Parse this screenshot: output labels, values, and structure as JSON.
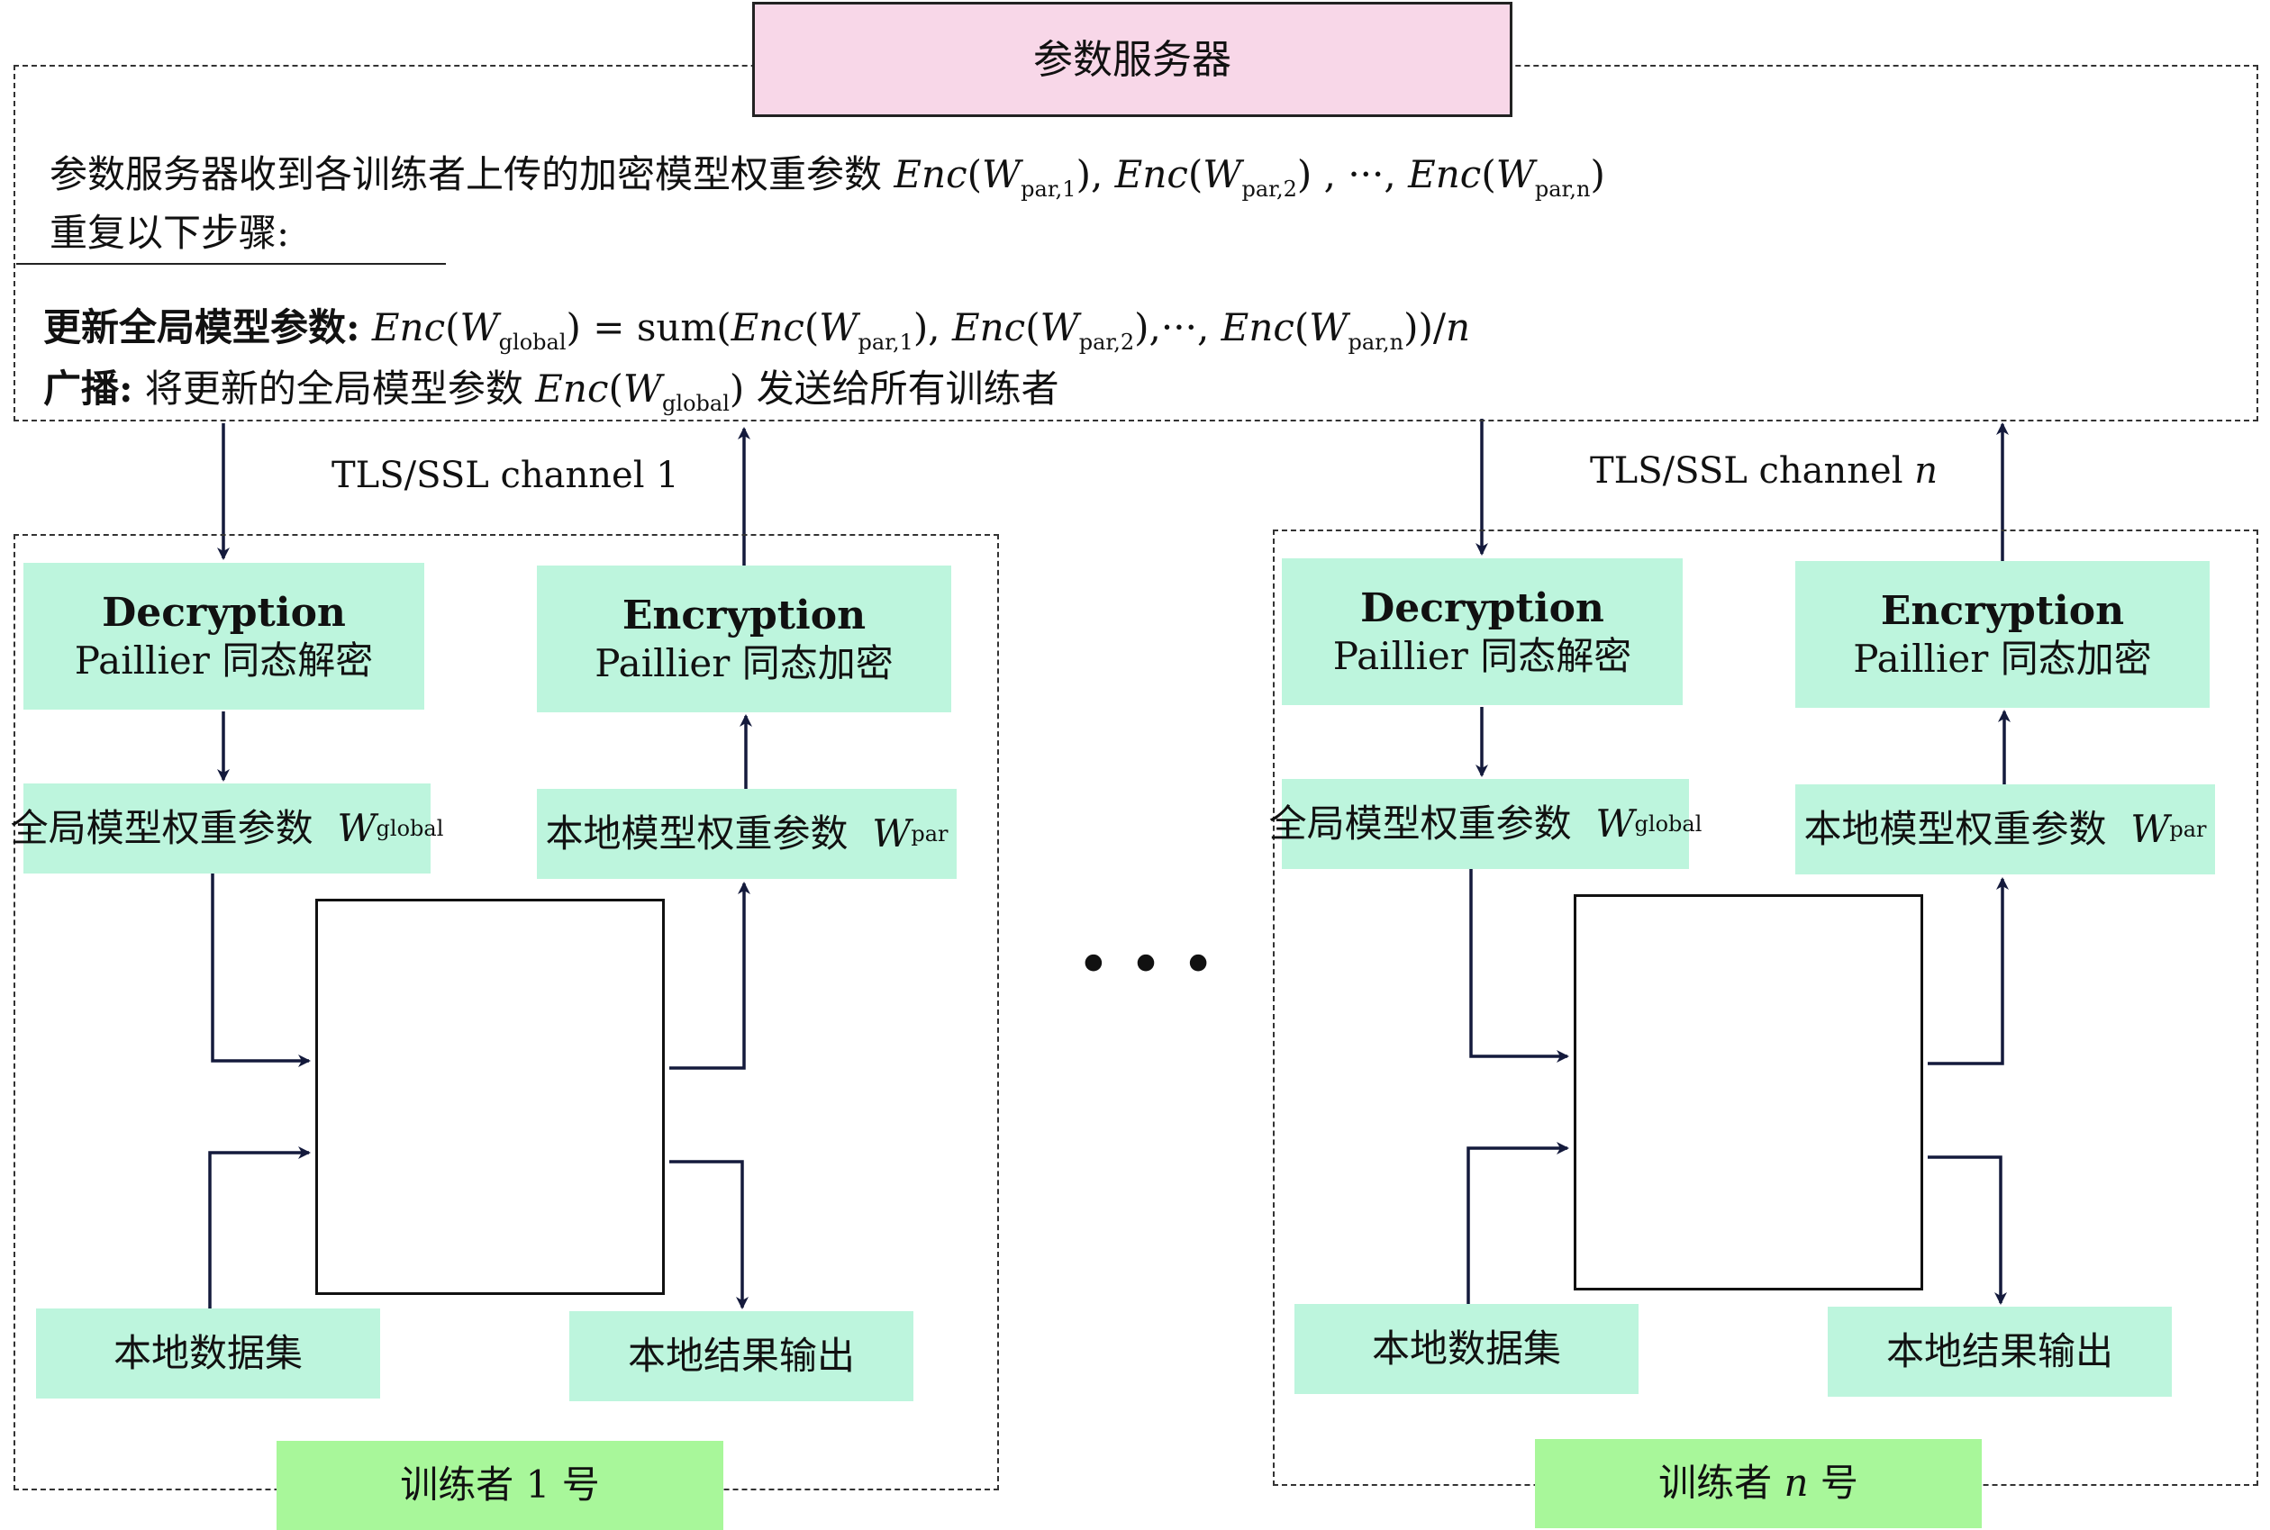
{
  "server": {
    "title": "参数服务器",
    "line1_prefix": "参数服务器收到各训练者上传的加密模型权重参数",
    "line2": "重复以下步骤:",
    "update_label": "更新全局模型参数:",
    "update_sum": "sum(",
    "update_tail": ")/",
    "broadcast_label": "广播:",
    "broadcast_prefix": "将更新的全局模型参数",
    "broadcast_suffix": "发送给所有训练者"
  },
  "math": {
    "enc": "Enc",
    "w": "W",
    "par1": "par,1",
    "par2": "par,2",
    "parn": "par,n",
    "global": "global",
    "par": "par",
    "n": "n",
    "ellipsis": "···",
    "eq": "="
  },
  "channels": {
    "left_text": "TLS/SSL channel 1",
    "right_prefix": "TLS/SSL channel",
    "right_n": "n"
  },
  "trainer": {
    "decryption_title": "Decryption",
    "decryption_sub": "Paillier 同态解密",
    "encryption_title": "Encryption",
    "encryption_sub": "Paillier 同态加密",
    "global_weights": "全局模型权重参数",
    "local_weights": "本地模型权重参数",
    "local_dataset": "本地数据集",
    "local_output": "本地结果输出",
    "trainer1_prefix": "训练者",
    "trainer1_num": "1",
    "trainer_suffix": "号",
    "trainern_num": "n"
  },
  "dots": "• • •",
  "colors": {
    "node_input": "#5aaee6",
    "node_hidden": "#8fe24a",
    "node_output": "#f0202a",
    "box_green": "#bdf5dd",
    "box_lime": "#a8f79a",
    "box_pink": "#f8d7e8",
    "arrow": "#141a3c"
  }
}
